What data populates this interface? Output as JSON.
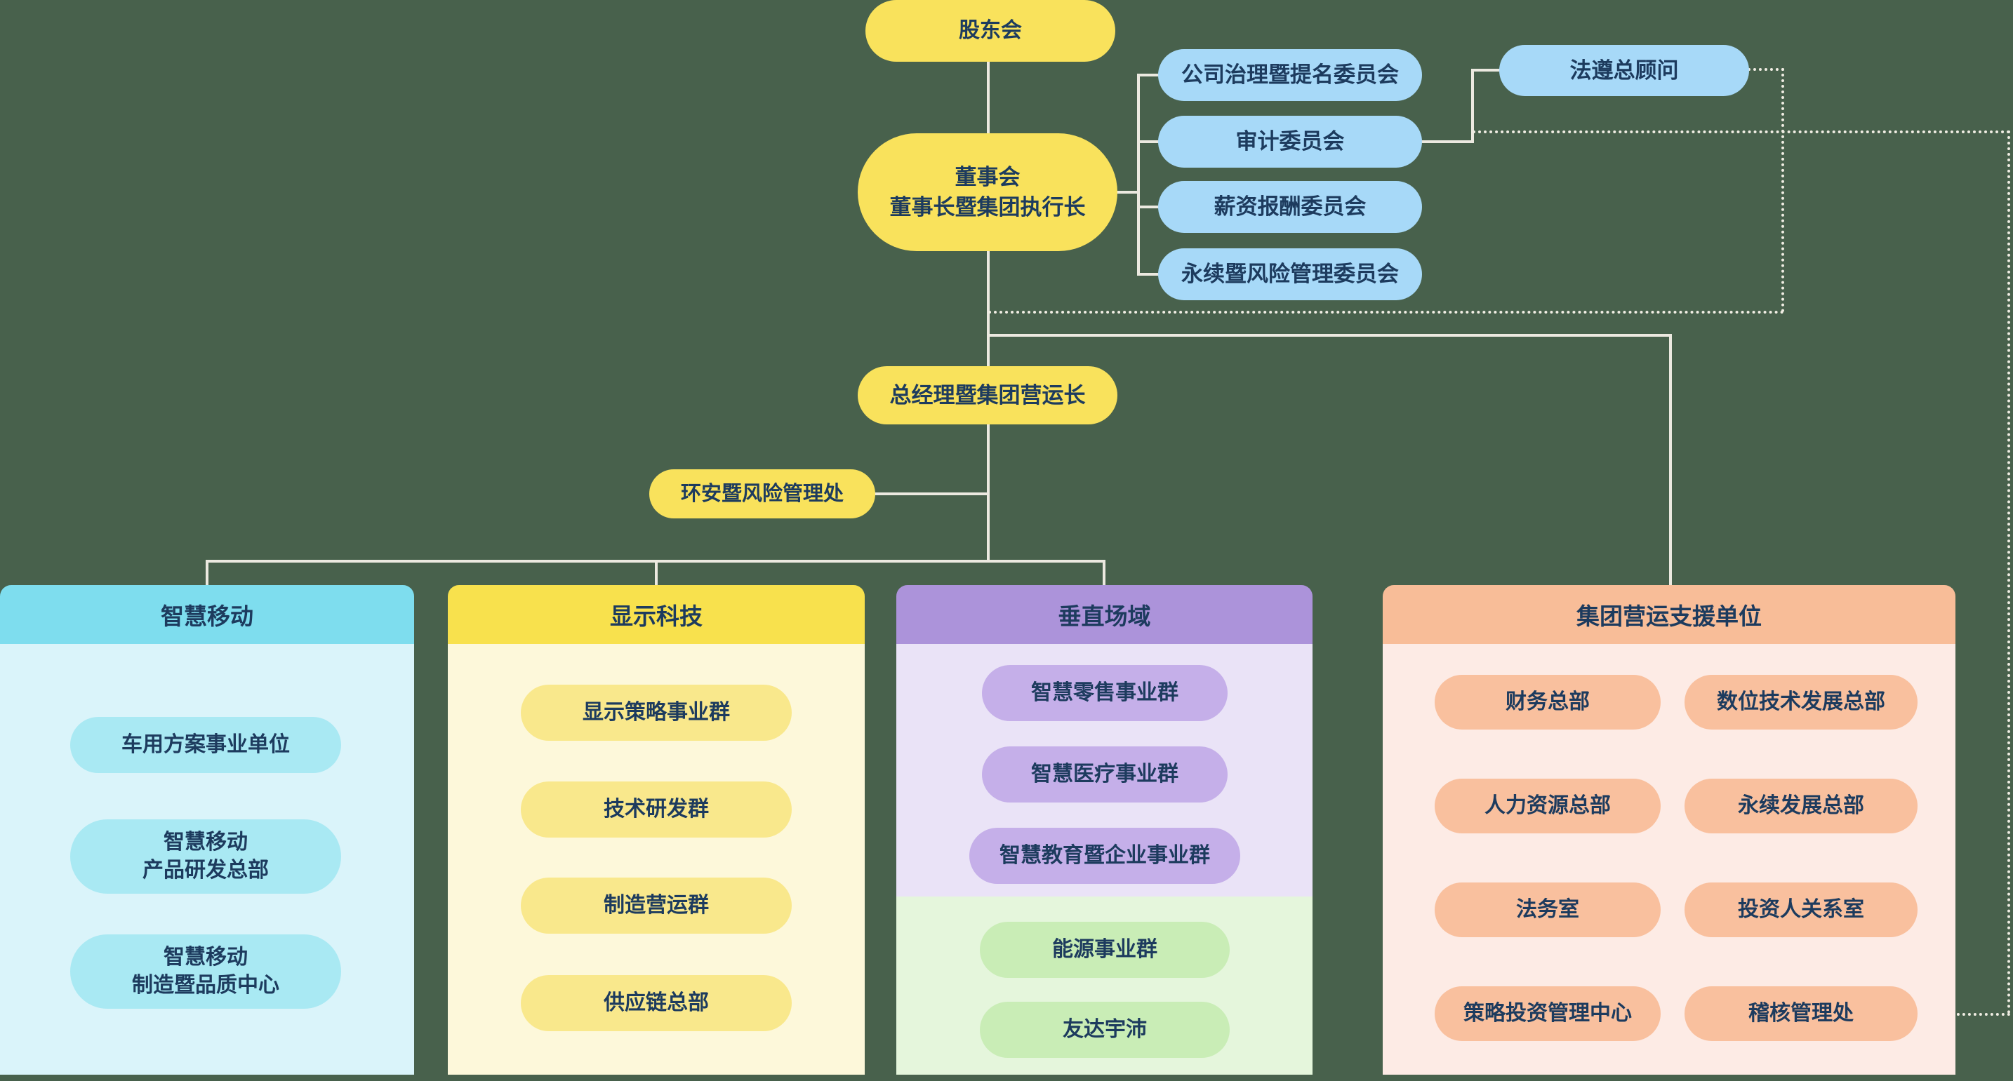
{
  "org_chart": {
    "shareholders": "股东会",
    "board": {
      "line1": "董事会",
      "line2": "董事长暨集团执行长"
    },
    "committees": {
      "governance": "公司治理暨提名委员会",
      "audit": "审计委员会",
      "compensation": "薪资报酬委员会",
      "sustainability_risk": "永续暨风险管理委员会"
    },
    "compliance_counsel": "法遵总顾问",
    "president": "总经理暨集团营运长",
    "ehs_risk_dept": "环安暨风险管理处",
    "groups": {
      "smart_mobility": {
        "title": "智慧移动",
        "unit1": "车用方案事业单位",
        "unit2": {
          "line1": "智慧移动",
          "line2": "产品研发总部"
        },
        "unit3": {
          "line1": "智慧移动",
          "line2": "制造暨品质中心"
        }
      },
      "display_tech": {
        "title": "显示科技",
        "unit1": "显示策略事业群",
        "unit2": "技术研发群",
        "unit3": "制造营运群",
        "unit4": "供应链总部"
      },
      "vertical_domains": {
        "title": "垂直场域",
        "unit1": "智慧零售事业群",
        "unit2": "智慧医疗事业群",
        "unit3": "智慧教育暨企业事业群",
        "energy_unit1": "能源事业群",
        "energy_unit2": "友达宇沛"
      },
      "group_support": {
        "title": "集团营运支援单位",
        "row1_left": "财务总部",
        "row1_right": "数位技术发展总部",
        "row2_left": "人力资源总部",
        "row2_right": "永续发展总部",
        "row3_left": "法务室",
        "row3_right": "投资人关系室",
        "row4_left": "策略投资管理中心",
        "row4_right": "稽核管理处"
      }
    },
    "colors": {
      "background": "#48614c",
      "connector": "#ece9e0",
      "node_yellow": "#f9e25c",
      "node_blue": "#a7d9f8",
      "text": "#1d3b5e",
      "mobility_header": "#7eddee",
      "mobility_body": "#daf4fa",
      "mobility_pill": "#a9e9f3",
      "display_header": "#f8e14d",
      "display_body": "#fdf8da",
      "display_pill": "#f9e88c",
      "vertical_header": "#ac93da",
      "vertical_body": "#eae3f7",
      "vertical_pill": "#c5afe9",
      "energy_body": "#e5f6dc",
      "energy_pill": "#c9edb6",
      "support_header": "#f8bd98",
      "support_body": "#fdebe5",
      "support_pill": "#f9c09e"
    }
  }
}
